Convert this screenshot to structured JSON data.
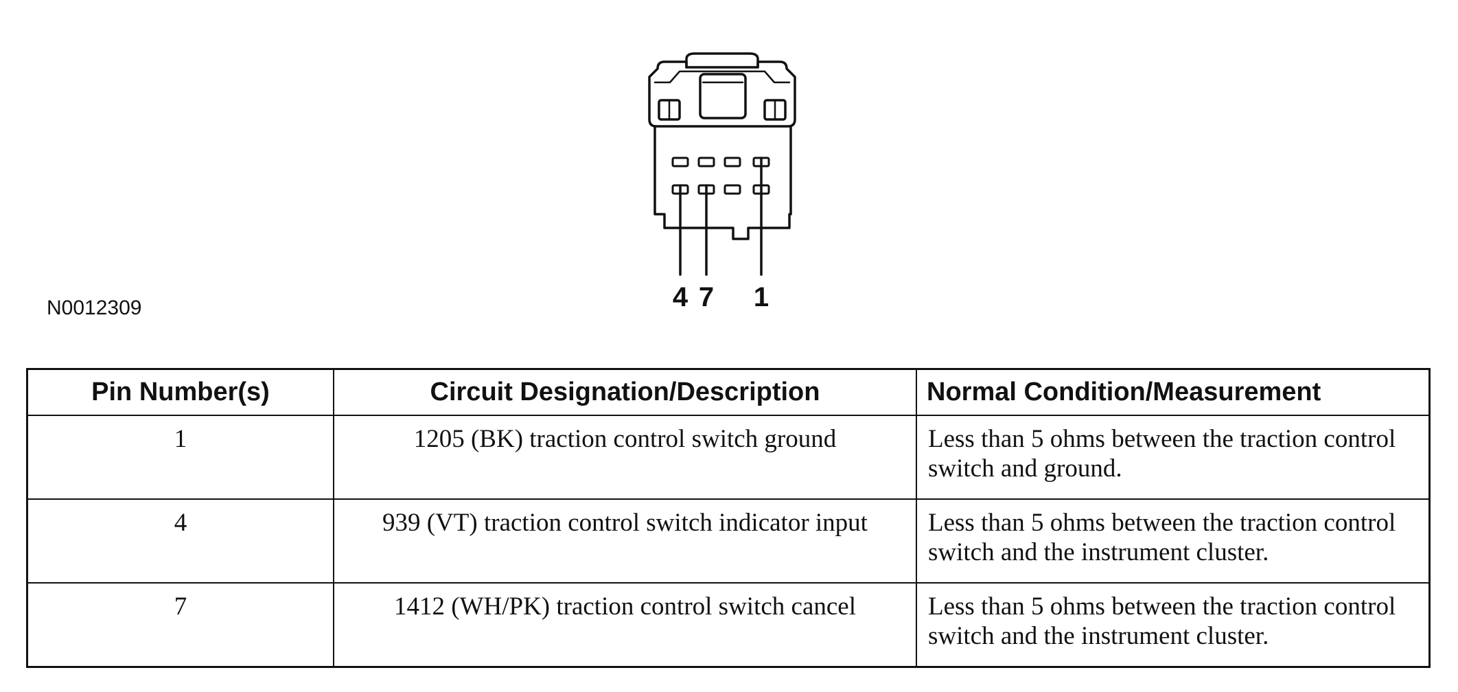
{
  "figure": {
    "reference_id": "N0012309",
    "pin_callouts": [
      "4",
      "7",
      "1"
    ]
  },
  "table": {
    "headers": {
      "pin": "Pin Number(s)",
      "circuit": "Circuit Designation/Description",
      "condition": "Normal Condition/Measurement"
    },
    "rows": [
      {
        "pin": "1",
        "circuit": "1205 (BK) traction control switch ground",
        "condition": "Less than 5 ohms between the traction control switch and ground."
      },
      {
        "pin": "4",
        "circuit": "939 (VT) traction control switch indicator input",
        "condition": "Less than 5 ohms between the traction control switch and the instrument cluster."
      },
      {
        "pin": "7",
        "circuit": "1412 (WH/PK) traction control switch cancel",
        "condition": "Less than 5 ohms between the traction control switch and the instrument cluster."
      }
    ]
  }
}
